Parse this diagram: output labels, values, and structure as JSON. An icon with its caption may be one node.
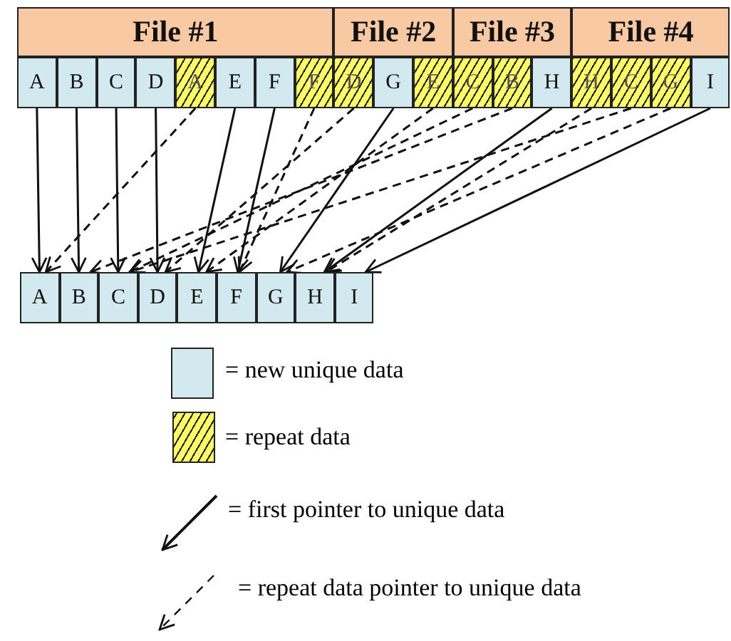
{
  "diagram": {
    "nodes": [
      {
        "text": [
          "File #1"
        ]
      },
      {
        "text": [
          "File #2"
        ]
      },
      {
        "text": [
          "File #3"
        ]
      },
      {
        "text": [
          "File #4"
        ]
      },
      {
        "text": [
          "A"
        ]
      },
      {
        "text": [
          "B"
        ]
      },
      {
        "text": [
          "C"
        ]
      },
      {
        "text": [
          "D"
        ]
      },
      {
        "text": [
          "A"
        ]
      },
      {
        "text": [
          "E"
        ]
      },
      {
        "text": [
          "F"
        ]
      },
      {
        "text": [
          "F"
        ]
      },
      {
        "text": [
          "D"
        ]
      },
      {
        "text": [
          "G"
        ]
      },
      {
        "text": [
          "E"
        ]
      },
      {
        "text": [
          "C"
        ]
      },
      {
        "text": [
          "B"
        ]
      },
      {
        "text": [
          "H"
        ]
      },
      {
        "text": [
          "H"
        ]
      },
      {
        "text": [
          "C"
        ]
      },
      {
        "text": [
          "G"
        ]
      },
      {
        "text": [
          "I"
        ]
      },
      {
        "text": [
          "A"
        ]
      },
      {
        "text": [
          "B"
        ]
      },
      {
        "text": [
          "C"
        ]
      },
      {
        "text": [
          "D"
        ]
      },
      {
        "text": [
          "E"
        ]
      },
      {
        "text": [
          "F"
        ]
      },
      {
        "text": [
          "G"
        ]
      },
      {
        "text": [
          "H"
        ]
      },
      {
        "text": [
          "I"
        ]
      }
    ],
    "edges": [
      {
        "from": 4,
        "to": 22,
        "arrow": "to"
      },
      {
        "from": 5,
        "to": 23,
        "arrow": "to"
      },
      {
        "from": 6,
        "to": 24,
        "arrow": "to"
      },
      {
        "from": 7,
        "to": 25,
        "arrow": "to"
      },
      {
        "from": 8,
        "to": 22,
        "arrow": "to",
        "style": "dashed"
      },
      {
        "from": 9,
        "to": 26,
        "arrow": "to"
      },
      {
        "from": 10,
        "to": 27,
        "arrow": "to"
      },
      {
        "from": 11,
        "to": 27,
        "arrow": "to",
        "style": "dashed"
      },
      {
        "from": 12,
        "to": 25,
        "arrow": "to",
        "style": "dashed"
      },
      {
        "from": 13,
        "to": 28,
        "arrow": "to"
      },
      {
        "from": 14,
        "to": 26,
        "arrow": "to",
        "style": "dashed"
      },
      {
        "from": 15,
        "to": 24,
        "arrow": "to",
        "style": "dashed"
      },
      {
        "from": 16,
        "to": 23,
        "arrow": "to",
        "style": "dashed"
      },
      {
        "from": 17,
        "to": 29,
        "arrow": "to"
      },
      {
        "from": 18,
        "to": 29,
        "arrow": "to",
        "style": "dashed"
      },
      {
        "from": 19,
        "to": 24,
        "arrow": "to",
        "style": "dashed"
      },
      {
        "from": 20,
        "to": 28,
        "arrow": "to",
        "style": "dashed"
      },
      {
        "from": 21,
        "to": 30,
        "arrow": "to"
      }
    ],
    "legend": [
      {
        "text": "= new unique data",
        "color": "#d2e9ef"
      },
      {
        "text": "= repeat data"
      },
      {
        "text": "= first pointer to unique data"
      },
      {
        "text": "= repeat data pointer to unique data"
      }
    ]
  }
}
